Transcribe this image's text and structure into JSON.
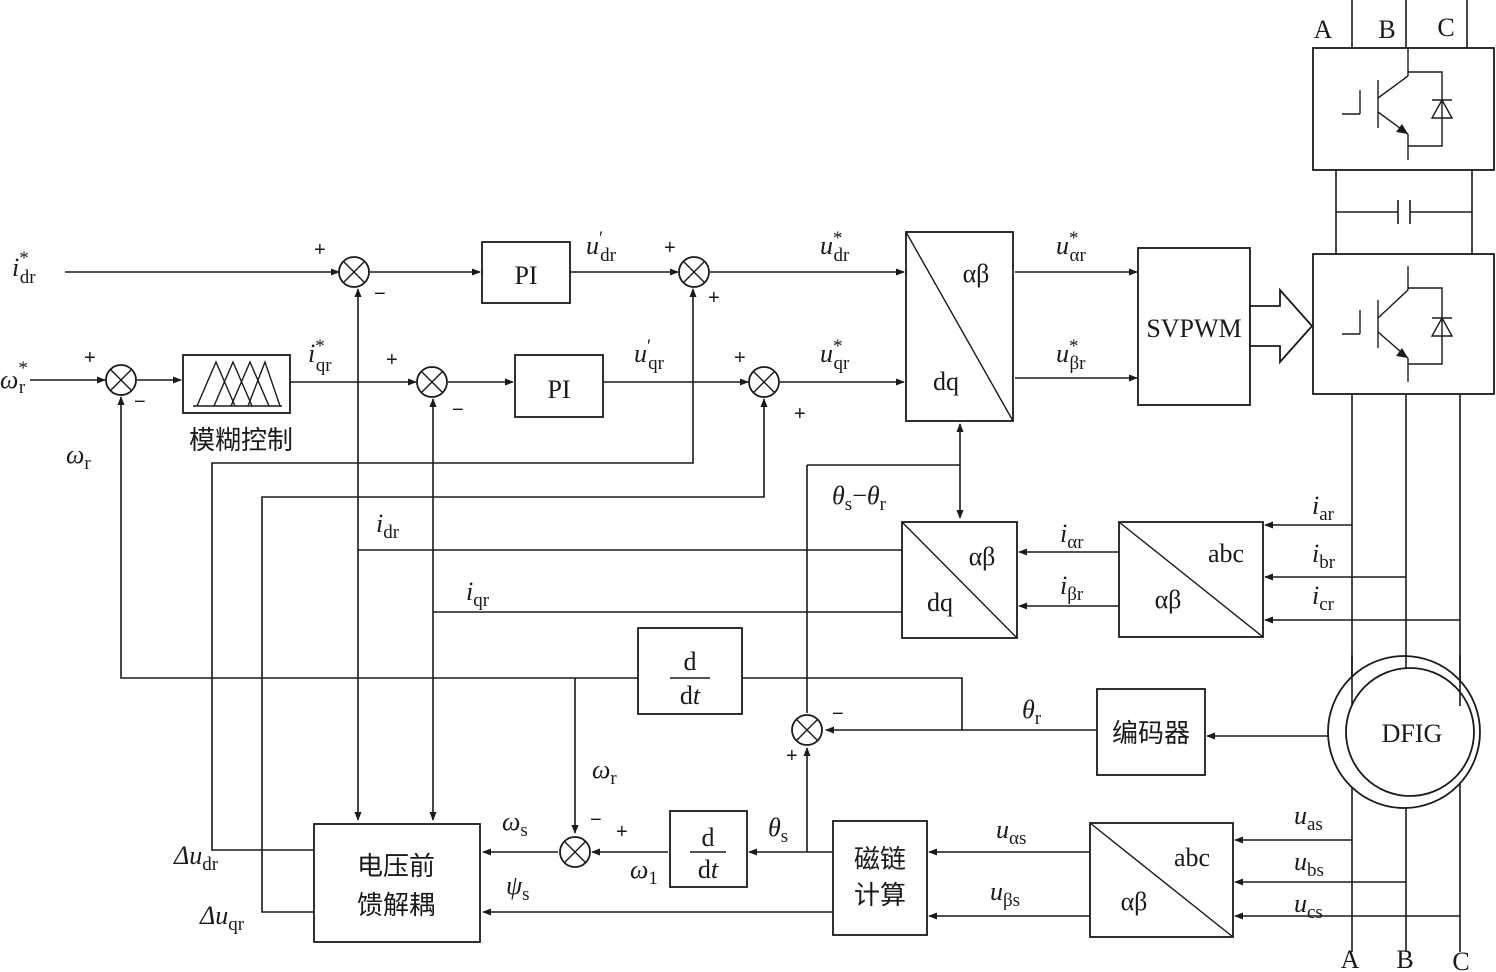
{
  "blocks": {
    "pi_d": "PI",
    "pi_q": "PI",
    "svpwm": "SVPWM",
    "fuzzy": "模糊控制",
    "encoder": "编码器",
    "dfig": "DFIG",
    "flux_line1": "磁链",
    "flux_line2": "计算",
    "decouple_line1": "电压前",
    "decouple_line2": "馈解耦",
    "deriv_num": "d",
    "deriv_den_d": "d",
    "deriv_den_t": "t",
    "ab": "αβ",
    "dq": "dq",
    "abc": "abc"
  },
  "signals": {
    "idr_ref": {
      "main": "i",
      "sub": "dr",
      "sup": "*"
    },
    "wr_ref": {
      "main": "ω",
      "sub": "r",
      "sup": "*"
    },
    "wr": {
      "main": "ω",
      "sub": "r"
    },
    "iqr_ref": {
      "main": "i",
      "sub": "qr",
      "sup": "*"
    },
    "udr_prime": {
      "main": "u",
      "sub": "dr",
      "sup": "′"
    },
    "uqr_prime": {
      "main": "u",
      "sub": "qr",
      "sup": "′"
    },
    "udr_ref": {
      "main": "u",
      "sub": "dr",
      "sup": "*"
    },
    "uqr_ref": {
      "main": "u",
      "sub": "qr",
      "sup": "*"
    },
    "uar_ref": {
      "main": "u",
      "sub": "αr",
      "sup": "*"
    },
    "ubr_ref": {
      "main": "u",
      "sub": "βr",
      "sup": "*"
    },
    "theta_diff": {
      "text1": "θ",
      "sub1": "s",
      "mid": "−",
      "text2": "θ",
      "sub2": "r"
    },
    "idr": {
      "main": "i",
      "sub": "dr"
    },
    "iqr": {
      "main": "i",
      "sub": "qr"
    },
    "iar": {
      "main": "i",
      "sub": "αr"
    },
    "ibr_beta": {
      "main": "i",
      "sub": "βr"
    },
    "ia": {
      "main": "i",
      "sub": "ar"
    },
    "ib": {
      "main": "i",
      "sub": "br"
    },
    "ic": {
      "main": "i",
      "sub": "cr"
    },
    "theta_r": {
      "main": "θ",
      "sub": "r"
    },
    "theta_s": {
      "main": "θ",
      "sub": "s"
    },
    "ws": {
      "main": "ω",
      "sub": "s"
    },
    "psis": {
      "main": "ψ",
      "sub": "s"
    },
    "w1": {
      "main": "ω",
      "sub": "1"
    },
    "wr2": {
      "main": "ω",
      "sub": "r"
    },
    "uas": {
      "main": "u",
      "sub": "αs"
    },
    "ubs": {
      "main": "u",
      "sub": "βs"
    },
    "ua": {
      "main": "u",
      "sub": "as"
    },
    "ub": {
      "main": "u",
      "sub": "bs"
    },
    "uc": {
      "main": "u",
      "sub": "cs"
    },
    "dudr": {
      "main": "Δu",
      "sub": "dr"
    },
    "duqr": {
      "main": "Δu",
      "sub": "qr"
    }
  },
  "signs": {
    "plus": "+",
    "minus": "−"
  },
  "phases": {
    "a": "A",
    "b": "B",
    "c": "C"
  }
}
